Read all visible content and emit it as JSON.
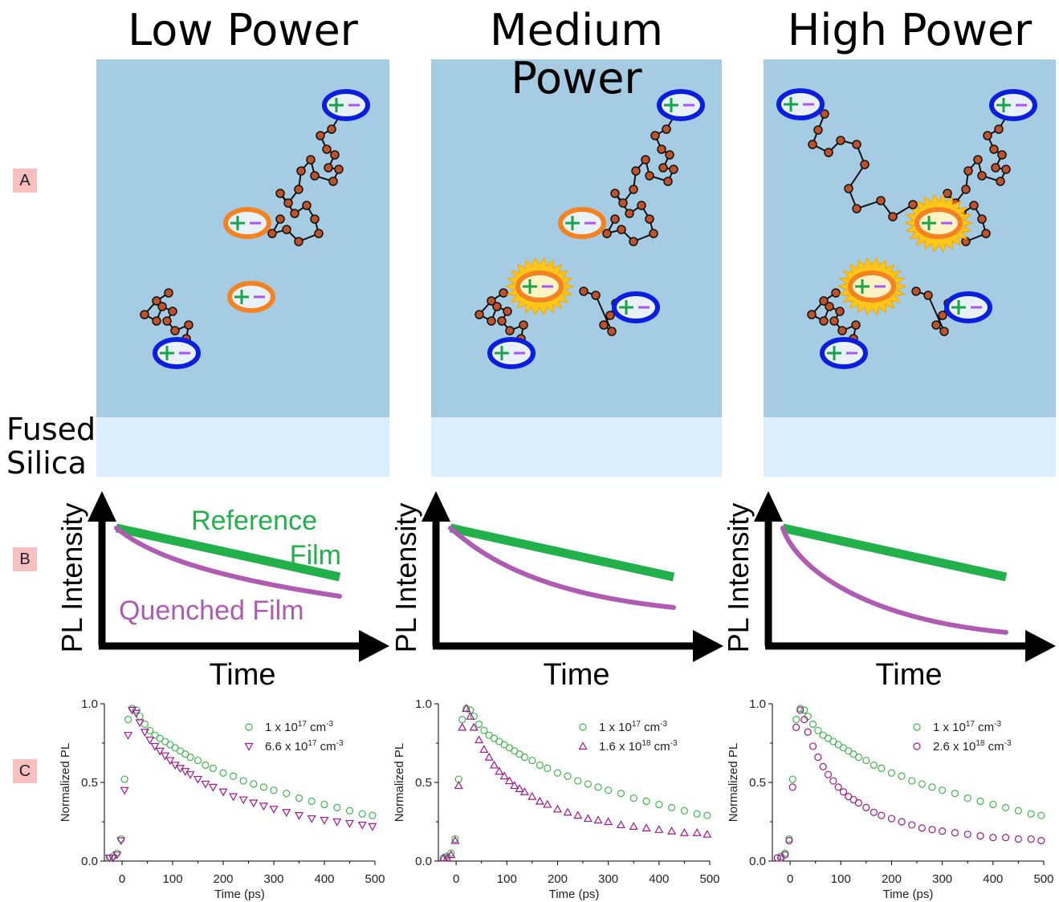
{
  "titles": [
    "Low Power",
    "Medium Power",
    "High Power"
  ],
  "row_labels": {
    "a": "A",
    "b": "B",
    "c": "C"
  },
  "substrate": {
    "line1": "Fused",
    "line2": "Silica"
  },
  "sketch": {
    "y_label": "PL Intensity",
    "x_label": "Time",
    "reference_line1": "Reference",
    "reference_line2": "Film",
    "quenched": "Quenched Film"
  },
  "colors": {
    "film": "#a6cce3",
    "substrate": "#dbeefb",
    "reference": "#22b04b",
    "quenched": "#b05bb3",
    "polaron": "#0a1ee0",
    "exciton": "#f58220",
    "site": "#c0522a",
    "flash": "#ffc61a",
    "plus": "#16a34a",
    "minus": "#a855f7",
    "data_reference": "#3cb84a",
    "data_quenched": "#a3158f"
  },
  "chart_data": [
    {
      "type": "scatter",
      "panel": "Low Power",
      "xlabel": "Time (ps)",
      "ylabel": "Normalized PL",
      "xlim": [
        -35,
        500
      ],
      "ylim": [
        0,
        1.0
      ],
      "xticks": [
        "0",
        "100",
        "200",
        "300",
        "400",
        "500"
      ],
      "yticks": [
        "0.0",
        "0.5",
        "1.0"
      ],
      "series": [
        {
          "name": "1 x 10",
          "exp": "17",
          "unit": "cm",
          "unit_exp": "-3",
          "marker": "circle",
          "x": [
            -25,
            -18,
            -10,
            -2,
            5,
            12,
            20,
            28,
            35,
            45,
            55,
            65,
            75,
            85,
            95,
            105,
            115,
            125,
            135,
            150,
            165,
            180,
            200,
            220,
            240,
            260,
            280,
            300,
            325,
            350,
            375,
            400,
            425,
            450,
            475,
            495
          ],
          "y": [
            0.02,
            0.03,
            0.05,
            0.14,
            0.52,
            0.9,
            0.97,
            0.96,
            0.92,
            0.87,
            0.83,
            0.8,
            0.78,
            0.76,
            0.74,
            0.72,
            0.7,
            0.68,
            0.66,
            0.64,
            0.61,
            0.59,
            0.56,
            0.54,
            0.51,
            0.49,
            0.47,
            0.45,
            0.43,
            0.4,
            0.38,
            0.36,
            0.34,
            0.32,
            0.3,
            0.29
          ]
        },
        {
          "name": "6.6 x 10",
          "exp": "17",
          "unit": "cm",
          "unit_exp": "-3",
          "marker": "triangle-down",
          "x": [
            -25,
            -18,
            -10,
            -2,
            5,
            12,
            20,
            28,
            35,
            45,
            55,
            65,
            75,
            85,
            95,
            105,
            115,
            125,
            135,
            150,
            165,
            180,
            200,
            220,
            240,
            260,
            280,
            300,
            325,
            350,
            375,
            400,
            425,
            450,
            475,
            495
          ],
          "y": [
            0.02,
            0.02,
            0.04,
            0.13,
            0.45,
            0.8,
            0.96,
            0.94,
            0.88,
            0.82,
            0.77,
            0.73,
            0.7,
            0.67,
            0.64,
            0.61,
            0.59,
            0.57,
            0.55,
            0.52,
            0.49,
            0.47,
            0.44,
            0.41,
            0.39,
            0.37,
            0.35,
            0.33,
            0.31,
            0.29,
            0.27,
            0.26,
            0.25,
            0.24,
            0.23,
            0.22
          ]
        }
      ]
    },
    {
      "type": "scatter",
      "panel": "Medium Power",
      "xlabel": "Time (ps)",
      "ylabel": "Normalized PL",
      "xlim": [
        -35,
        500
      ],
      "ylim": [
        0,
        1.0
      ],
      "xticks": [
        "0",
        "100",
        "200",
        "300",
        "400",
        "500"
      ],
      "yticks": [
        "0.0",
        "0.5",
        "1.0"
      ],
      "series": [
        {
          "name": "1 x 10",
          "exp": "17",
          "unit": "cm",
          "unit_exp": "-3",
          "marker": "circle",
          "x": [
            -25,
            -18,
            -10,
            -2,
            5,
            12,
            20,
            28,
            35,
            45,
            55,
            65,
            75,
            85,
            95,
            105,
            115,
            125,
            135,
            150,
            165,
            180,
            200,
            220,
            240,
            260,
            280,
            300,
            325,
            350,
            375,
            400,
            425,
            450,
            475,
            495
          ],
          "y": [
            0.02,
            0.03,
            0.05,
            0.14,
            0.52,
            0.9,
            0.97,
            0.96,
            0.92,
            0.87,
            0.83,
            0.8,
            0.78,
            0.76,
            0.74,
            0.72,
            0.7,
            0.68,
            0.66,
            0.64,
            0.61,
            0.59,
            0.56,
            0.54,
            0.51,
            0.49,
            0.47,
            0.45,
            0.43,
            0.4,
            0.38,
            0.36,
            0.34,
            0.32,
            0.3,
            0.29
          ]
        },
        {
          "name": "1.6 x 10",
          "exp": "18",
          "unit": "cm",
          "unit_exp": "-3",
          "marker": "triangle-up",
          "x": [
            -25,
            -18,
            -10,
            -2,
            5,
            12,
            20,
            28,
            35,
            45,
            55,
            65,
            75,
            85,
            95,
            105,
            115,
            125,
            135,
            150,
            165,
            180,
            200,
            220,
            240,
            260,
            280,
            300,
            325,
            350,
            375,
            400,
            425,
            450,
            475,
            495
          ],
          "y": [
            0.02,
            0.02,
            0.04,
            0.13,
            0.48,
            0.85,
            0.97,
            0.92,
            0.85,
            0.77,
            0.71,
            0.66,
            0.61,
            0.57,
            0.54,
            0.51,
            0.48,
            0.46,
            0.44,
            0.41,
            0.38,
            0.36,
            0.33,
            0.31,
            0.29,
            0.27,
            0.26,
            0.25,
            0.23,
            0.22,
            0.21,
            0.2,
            0.19,
            0.18,
            0.18,
            0.17
          ]
        }
      ]
    },
    {
      "type": "scatter",
      "panel": "High Power",
      "xlabel": "Time (ps)",
      "ylabel": "Normalized PL",
      "xlim": [
        -35,
        500
      ],
      "ylim": [
        0,
        1.0
      ],
      "xticks": [
        "0",
        "100",
        "200",
        "300",
        "400",
        "500"
      ],
      "yticks": [
        "0.0",
        "0.5",
        "1.0"
      ],
      "series": [
        {
          "name": "1 x 10",
          "exp": "17",
          "unit": "cm",
          "unit_exp": "-3",
          "marker": "circle",
          "x": [
            -25,
            -18,
            -10,
            -2,
            5,
            12,
            20,
            28,
            35,
            45,
            55,
            65,
            75,
            85,
            95,
            105,
            115,
            125,
            135,
            150,
            165,
            180,
            200,
            220,
            240,
            260,
            280,
            300,
            325,
            350,
            375,
            400,
            425,
            450,
            475,
            495
          ],
          "y": [
            0.02,
            0.03,
            0.05,
            0.14,
            0.52,
            0.9,
            0.97,
            0.96,
            0.92,
            0.87,
            0.83,
            0.8,
            0.78,
            0.76,
            0.74,
            0.72,
            0.7,
            0.68,
            0.66,
            0.64,
            0.61,
            0.59,
            0.56,
            0.54,
            0.51,
            0.49,
            0.47,
            0.45,
            0.43,
            0.4,
            0.38,
            0.36,
            0.34,
            0.32,
            0.3,
            0.29
          ]
        },
        {
          "name": "2.6 x 10",
          "exp": "18",
          "unit": "cm",
          "unit_exp": "-3",
          "marker": "circle",
          "x": [
            -25,
            -18,
            -10,
            -2,
            5,
            12,
            20,
            28,
            35,
            45,
            55,
            65,
            75,
            85,
            95,
            105,
            115,
            125,
            135,
            150,
            165,
            180,
            200,
            220,
            240,
            260,
            280,
            300,
            325,
            350,
            375,
            400,
            425,
            450,
            475,
            495
          ],
          "y": [
            0.02,
            0.02,
            0.04,
            0.13,
            0.47,
            0.85,
            0.96,
            0.9,
            0.82,
            0.73,
            0.66,
            0.6,
            0.55,
            0.51,
            0.47,
            0.44,
            0.41,
            0.39,
            0.37,
            0.34,
            0.31,
            0.29,
            0.27,
            0.25,
            0.23,
            0.21,
            0.2,
            0.19,
            0.18,
            0.17,
            0.16,
            0.15,
            0.15,
            0.14,
            0.14,
            0.13
          ]
        }
      ]
    }
  ]
}
